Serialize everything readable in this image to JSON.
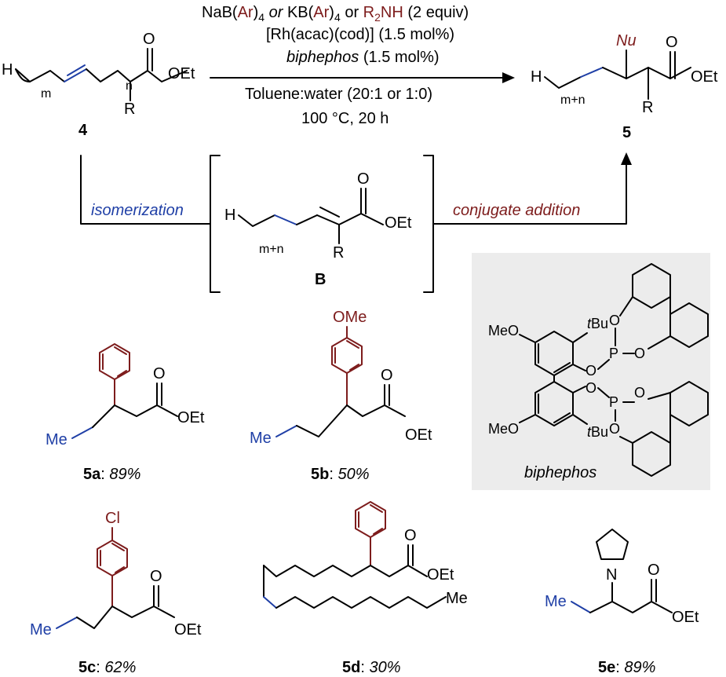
{
  "conditions": {
    "line1_a": "NaB(",
    "line1_ar1": "Ar",
    "line1_b": ")",
    "line1_sub1": "4",
    "line1_or1": " or ",
    "line1_c": "KB(",
    "line1_ar2": "Ar",
    "line1_d": ")",
    "line1_sub2": "4",
    "line1_or2": " or ",
    "line1_r": "R",
    "line1_sub3": "2",
    "line1_nh": "NH",
    "line1_equiv": " (2 equiv)",
    "line2": "[Rh(acac)(cod)] (1.5 mol%)",
    "line3_lig": "biphephos",
    "line3_rest": " (1.5 mol%)",
    "line4": "Toluene:water (20:1 or 1:0)",
    "line5": "100 °C, 20 h"
  },
  "reactant": {
    "h": "H",
    "m": "m",
    "n": "n",
    "oet": "OEt",
    "o": "O",
    "r": "R",
    "label": "4"
  },
  "product": {
    "h": "H",
    "mn": "m+n",
    "nu": "Nu",
    "oet": "OEt",
    "o": "O",
    "r": "R",
    "label": "5"
  },
  "intermediate": {
    "h": "H",
    "mn": "m+n",
    "oet": "OEt",
    "o": "O",
    "r": "R",
    "label": "B"
  },
  "steps": {
    "isomerization": "isomerization",
    "conjugate": "conjugate addition"
  },
  "biphephos": {
    "label": "biphephos",
    "meo_top": "MeO",
    "meo_bottom": "MeO",
    "tbu_top_t": "t",
    "tbu_top_bu": "Bu",
    "tbu_bottom_t": "t",
    "tbu_bottom_bu": "Bu",
    "p": "P",
    "o": "O"
  },
  "products": [
    {
      "id": "5a",
      "yield": "89%",
      "sub": "Me"
    },
    {
      "id": "5b",
      "yield": "50%",
      "sub": "Me",
      "group": "OMe"
    },
    {
      "id": "5c",
      "yield": "62%",
      "sub": "Me",
      "group": "Cl"
    },
    {
      "id": "5d",
      "yield": "30%",
      "sub": "Me"
    },
    {
      "id": "5e",
      "yield": "89%",
      "sub": "Me",
      "group": "N"
    }
  ],
  "common": {
    "oet": "OEt",
    "o": "O"
  },
  "colors": {
    "blue": "#1f3fa6",
    "red": "#7d1c1c",
    "panel": "#ececec"
  }
}
